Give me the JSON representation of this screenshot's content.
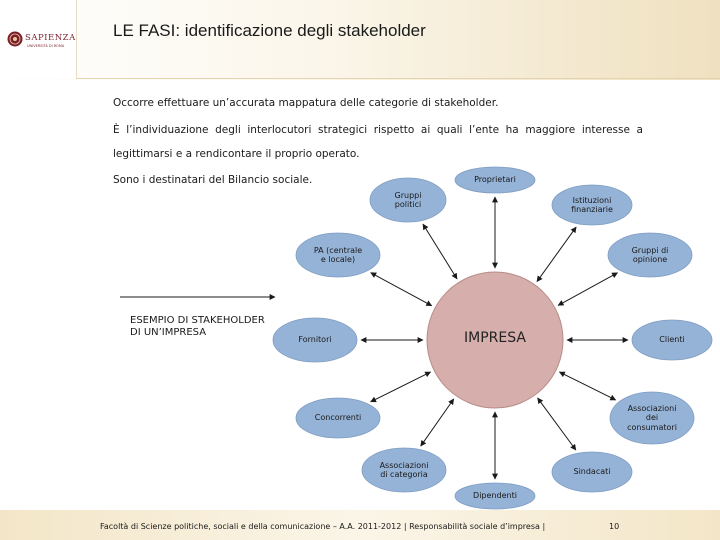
{
  "header": {
    "title": "LE FASI: identificazione degli stakeholder",
    "logo_name": "SAPIENZA",
    "logo_sub": "UNIVERSITÀ DI ROMA"
  },
  "body": {
    "line1": "Occorre effettuare un’accurata mappatura delle categorie di stakeholder.",
    "line2": "È l’individuazione degli interlocutori strategici rispetto ai quali l’ente ha maggiore interesse a",
    "line3": "legittimarsi e a rendicontare il proprio operato.",
    "line4": "Sono i destinatari del Bilancio sociale."
  },
  "diagram": {
    "center": "IMPRESA",
    "example_label": "ESEMPIO DI STAKEHOLDER\nDI UN’IMPRESA",
    "nodes": [
      {
        "label": "Proprietari"
      },
      {
        "label": "Istituzioni\nfinanziarie"
      },
      {
        "label": "Gruppi di\nopinione"
      },
      {
        "label": "Clienti"
      },
      {
        "label": "Associazioni\ndei\nconsumatori"
      },
      {
        "label": "Sindacati"
      },
      {
        "label": "Dipendenti"
      },
      {
        "label": "Associazioni\ndi categoria"
      },
      {
        "label": "Concorrenti"
      },
      {
        "label": "Fornitori"
      },
      {
        "label": "PA (centrale\ne locale)"
      },
      {
        "label": "Gruppi\npolitici"
      }
    ]
  },
  "footer": {
    "text": "Facoltà di Scienze politiche, sociali e della comunicazione – A.A. 2011-2012  |  Responsabilità sociale d’impresa |",
    "page": "10"
  },
  "colors": {
    "node_fill": "#95b3d7",
    "center_fill": "#d6afad",
    "arrow": "#1a1a1a",
    "header_gold": "#efe1c0"
  }
}
